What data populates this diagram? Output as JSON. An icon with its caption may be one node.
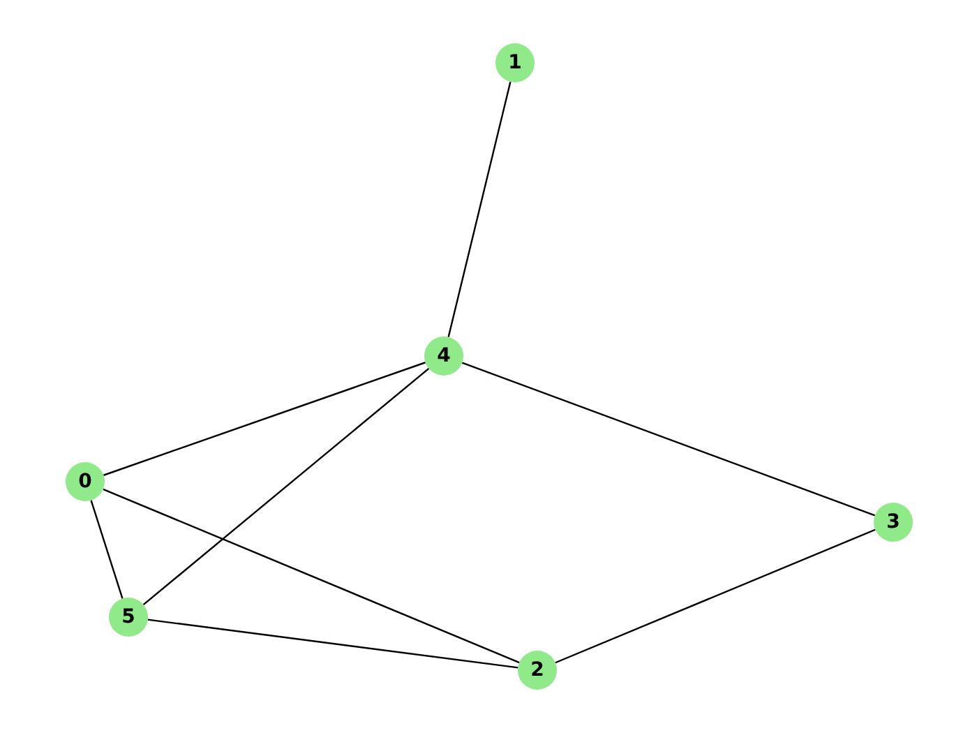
{
  "diagram": {
    "nodes": [
      {
        "text": [
          "1"
        ]
      },
      {
        "text": [
          "4"
        ]
      },
      {
        "text": [
          "0"
        ]
      },
      {
        "text": [
          "3"
        ]
      },
      {
        "text": [
          "5"
        ]
      },
      {
        "text": [
          "2"
        ]
      }
    ],
    "edges": [
      {
        "from": 0,
        "to": 1,
        "arrow": "none"
      },
      {
        "from": 1,
        "to": 2,
        "arrow": "none"
      },
      {
        "from": 1,
        "to": 4,
        "arrow": "none"
      },
      {
        "from": 1,
        "to": 3,
        "arrow": "none"
      },
      {
        "from": 2,
        "to": 4,
        "arrow": "none"
      },
      {
        "from": 2,
        "to": 5,
        "arrow": "none"
      },
      {
        "from": 4,
        "to": 5,
        "arrow": "none"
      },
      {
        "from": 5,
        "to": 3,
        "arrow": "none"
      }
    ]
  }
}
